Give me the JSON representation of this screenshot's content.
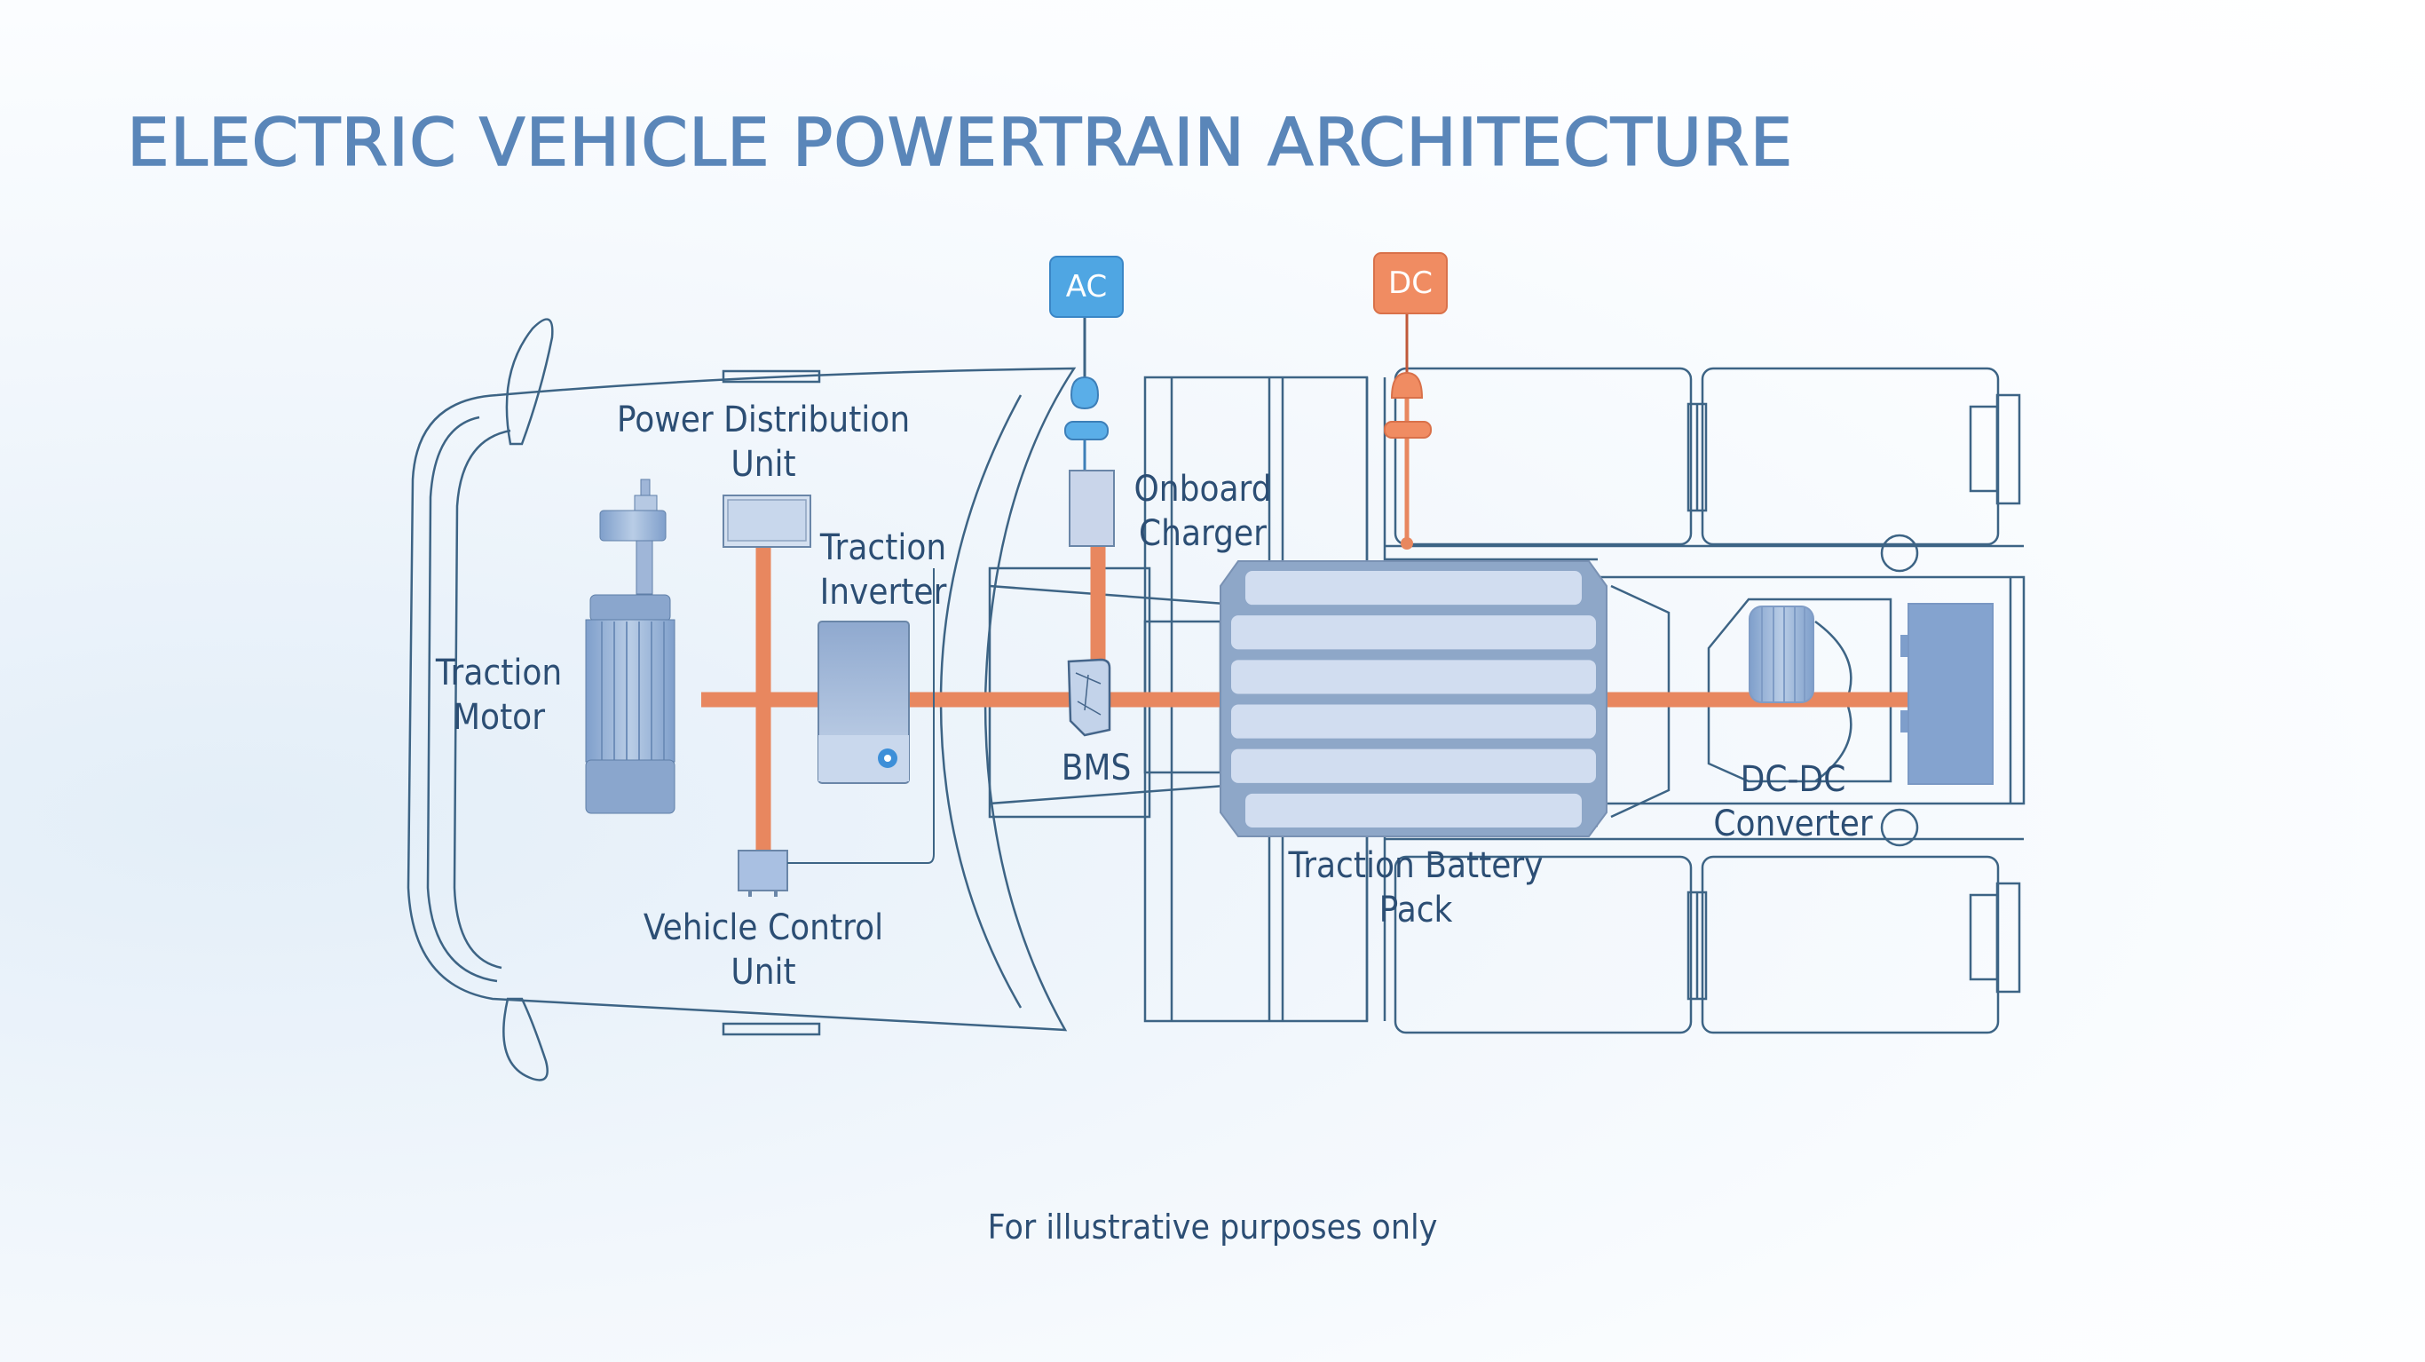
{
  "title": "ELECTRIC VEHICLE POWERTRAIN ARCHITECTURE",
  "charging_ports": {
    "ac": {
      "label": "AC",
      "color": "#4fa6e3"
    },
    "dc": {
      "label": "DC",
      "color": "#f08c62"
    }
  },
  "components": {
    "power_distribution_unit": {
      "line1": "Power Distribution",
      "line2": "Unit"
    },
    "traction_inverter": {
      "line1": "Traction",
      "line2": "Inverter"
    },
    "traction_motor": {
      "line1": "Traction",
      "line2": "Motor"
    },
    "vehicle_control_unit": {
      "line1": "Vehicle Control",
      "line2": "Unit"
    },
    "onboard_charger": {
      "line1": "Onboard",
      "line2": "Charger"
    },
    "bms": {
      "line1": "BMS"
    },
    "traction_battery_pack": {
      "line1": "Traction Battery",
      "line2": "Pack",
      "cell_modules": 6
    },
    "dc_dc_converter": {
      "line1": "DC-DC",
      "line2": "Converter"
    }
  },
  "colors": {
    "hv_bus": "#e8875f",
    "component_blue": "#8eabd2",
    "outline": "#3d6485",
    "label_text": "#2c4e74",
    "title_text": "#5a86b9"
  },
  "footer": "For illustrative purposes only"
}
